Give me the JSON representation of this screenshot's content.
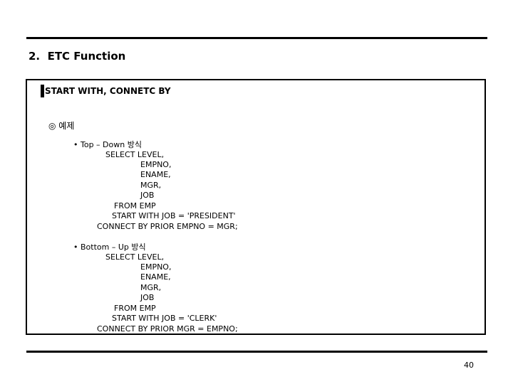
{
  "title": "2.  ETC Function",
  "section_heading": "START WITH, CONNETC BY",
  "example_label": "◎ 예제",
  "top_down": {
    "header": "• Top – Down 방식",
    "lines": [
      "SELECT LEVEL,",
      "EMPNO,",
      "ENAME,",
      "MGR,",
      "JOB",
      "FROM EMP",
      "START WITH JOB = 'PRESIDENT'",
      "CONNECT BY PRIOR EMPNO = MGR;"
    ]
  },
  "bottom_up": {
    "header": "• Bottom – Up 방식",
    "lines": [
      "SELECT LEVEL,",
      "EMPNO,",
      "ENAME,",
      "MGR,",
      "JOB",
      "FROM EMP",
      "START WITH JOB = 'CLERK'",
      "CONNECT BY PRIOR MGR = EMPNO;"
    ]
  },
  "page_number": "40"
}
